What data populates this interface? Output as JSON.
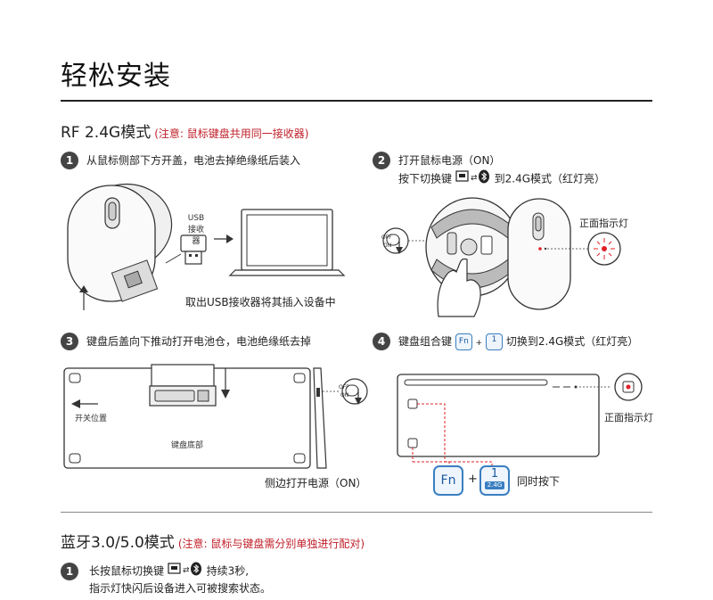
{
  "page": {
    "title": "轻松安装"
  },
  "rf": {
    "heading": "RF 2.4G模式",
    "note": "(注意: 鼠标键盘共用同一接收器)",
    "steps": [
      {
        "num": "1",
        "text": "从鼠标侧部下方开盖，电池去掉绝缘纸后装入"
      },
      {
        "num": "2",
        "text1": "打开鼠标电源（ON）",
        "text2_a": "按下切换键",
        "text2_b": "到2.4G模式（红灯亮）"
      },
      {
        "num": "3",
        "text": "键盘后盖向下推动打开电池仓，电池绝缘纸去掉"
      },
      {
        "num": "4",
        "text_a": "键盘组合键",
        "text_b": "切换到2.4G模式（红灯亮）"
      }
    ],
    "labels": {
      "usb_receiver": "USB\n接收器",
      "usb_line1": "USB",
      "usb_line2": "接收器",
      "usb_caption": "取出USB接收器将其插入设备中",
      "front_light_1": "正面指示灯",
      "front_light_2": "正面指示灯",
      "switch_position": "开关位置",
      "keyboard_bottom": "键盘底部",
      "side_power": "侧边打开电源（ON）",
      "press_together": "同时按下",
      "fn_key": "Fn",
      "one_key": "1",
      "one_sub": "2.4G",
      "off": "OFF",
      "on": "ON",
      "plus": "+"
    }
  },
  "bt": {
    "heading": "蓝牙3.0/5.0模式",
    "note": "(注意: 鼠标与键盘需分别单独进行配对)",
    "step1_num": "1",
    "step1_a": "长按鼠标切换键",
    "step1_b": "持续3秒,",
    "step1_line2": "指示灯快闪后设备进入可被搜索状态。"
  },
  "colors": {
    "accent_blue": "#3a7fc0",
    "note_red": "#c0202a",
    "led_red": "#e0202a"
  }
}
